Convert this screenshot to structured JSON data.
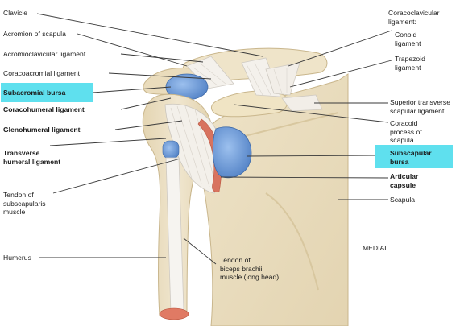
{
  "labels_left": {
    "clavicle": "Clavicle",
    "acromion": "Acromion of scapula",
    "acromioclavicular": "Acromioclavicular ligament",
    "coracoacromial": "Coracoacromial ligament",
    "subacromial_bursa": "Subacromial bursa",
    "coracohumeral": "Coracohumeral ligament",
    "glenohumeral": "Glenohumeral ligament",
    "transverse_humeral": "Transverse\nhumeral ligament",
    "tendon_subscapularis": "Tendon of\nsubscapularis\nmuscle",
    "humerus": "Humerus"
  },
  "labels_right": {
    "coracoclavicular": "Coracoclavicular\nligament:",
    "conoid": "Conoid\nligament",
    "trapezoid": "Trapezoid\nligament",
    "superior_transverse": "Superior transverse\nscapular ligament",
    "coracoid_process": "Coracoid\nprocess of\nscapula",
    "subscapular_bursa": "Subscapular\nbursa",
    "articular_capsule": "Articular\ncapsule",
    "scapula": "Scapula",
    "medial": "MEDIAL"
  },
  "labels_bottom": {
    "biceps_tendon": "Tendon of\nbiceps brachii\nmuscle (long head)"
  },
  "colors": {
    "highlight": "#5fe0ee",
    "bone": "#ece0c4",
    "bursa": "#6f9ed8",
    "ligament": "#f3f0ea",
    "capsule_cut": "#d8735f"
  }
}
